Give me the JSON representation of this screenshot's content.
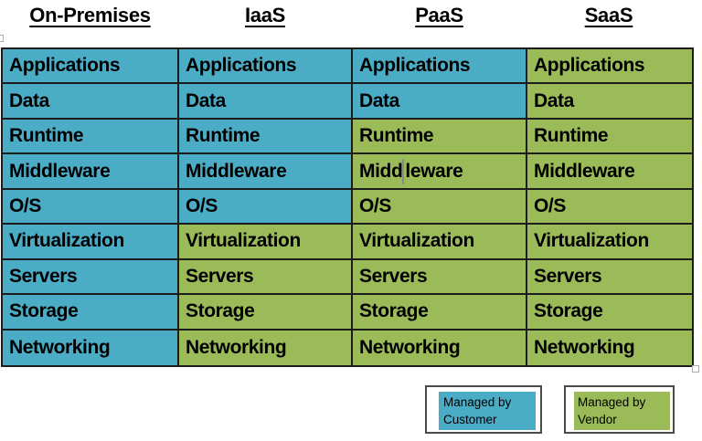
{
  "colors": {
    "customer_blue": "#4BACC6",
    "vendor_green": "#9BBB59",
    "grid_border": "#1c1c1c",
    "caret_gray": "#8a8a8a"
  },
  "headers": [
    "On-Premises",
    "IaaS",
    "PaaS",
    "SaaS"
  ],
  "matrix": {
    "row_labels": [
      "Applications",
      "Data",
      "Runtime",
      "Middleware",
      "O/S",
      "Virtualization",
      "Servers",
      "Storage",
      "Networking"
    ],
    "columns": [
      {
        "header": "On-Premises",
        "cells": [
          "customer",
          "customer",
          "customer",
          "customer",
          "customer",
          "customer",
          "customer",
          "customer",
          "customer"
        ]
      },
      {
        "header": "IaaS",
        "cells": [
          "customer",
          "customer",
          "customer",
          "customer",
          "customer",
          "vendor",
          "vendor",
          "vendor",
          "vendor"
        ]
      },
      {
        "header": "PaaS",
        "cells": [
          "customer",
          "customer",
          "vendor",
          "vendor",
          "vendor",
          "vendor",
          "vendor",
          "vendor",
          "vendor"
        ]
      },
      {
        "header": "SaaS",
        "cells": [
          "vendor",
          "vendor",
          "vendor",
          "vendor",
          "vendor",
          "vendor",
          "vendor",
          "vendor",
          "vendor"
        ]
      }
    ],
    "caret": {
      "column_index": 2,
      "row_index": 3,
      "char_index": 4
    }
  },
  "legend": [
    {
      "id": "legend-customer",
      "lines": [
        "Managed by",
        "Customer"
      ],
      "swatch": "customer"
    },
    {
      "id": "legend-vendor",
      "lines": [
        "Managed by",
        "Vendor"
      ],
      "swatch": "vendor"
    }
  ]
}
